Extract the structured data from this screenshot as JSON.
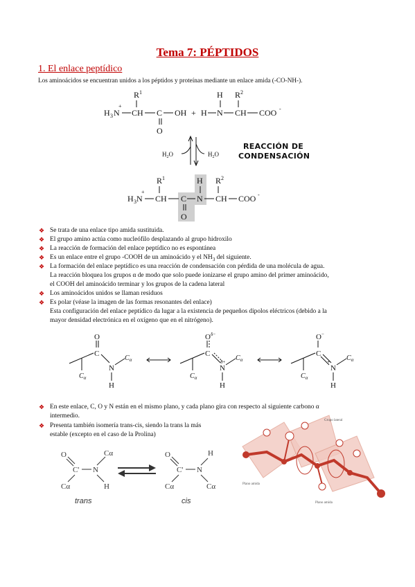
{
  "title": "Tema 7: PÉPTIDOS",
  "section1": "1. El enlace peptídico",
  "intro": "Los aminoácidos se encuentran unidos a los péptidos y proteínas mediante un enlace amida (-CO-NH-).",
  "reaction": {
    "label_line1": "REACCIÓN DE",
    "label_line2": "CONDENSACIÓN",
    "h2o_left": "H2O",
    "h2o_right": "H2O"
  },
  "bullets": [
    "Se trata de una enlace tipo amida sustituida.",
    "El grupo amino actúa como nucleófilo desplazando al grupo hidroxilo",
    "La reacción de formación del enlace peptídico no es espontánea",
    "Es un enlace entre el grupo -COOH de un aminoácido y el NH",
    "La formación del enlace peptídico es una reacción de condensación con pérdida de una molécula de agua.",
    "Los aminoácidos unidos se llaman residuos",
    "Es polar (véase la imagen de las formas resonantes del enlace)"
  ],
  "bullet4_sub": "3",
  "bullet4_tail": " del siguiente.",
  "bullet5_extra1": "La reacción bloquea los grupos α de modo que solo puede ionizarse el grupo amino del primer aminoácido,",
  "bullet5_extra2": "el COOH del aminoácido terminar y los grupos de la cadena lateral",
  "bullet7_extra1": "Esta configuración del enlace peptídico da lugar a la existencia de pequeños dipolos eléctricos (debido a la",
  "bullet7_extra2": "mayor densidad electrónica en el oxígeno que en el nitrógeno).",
  "bullet8_line1": "En este enlace, C, O y N están en el mismo plano, y cada plano gira con respecto al siguiente carbono α",
  "bullet8_line2": "intermedio.",
  "bullet9_line1": "Presenta también isomería trans-cis, siendo la trans la más",
  "bullet9_line2": "estable (excepto en el caso de la Prolina)",
  "isomers": {
    "trans": "trans",
    "cis": "cis"
  },
  "figure_labels": {
    "lateral": "Grupo lateral",
    "plano1": "Plano amida",
    "plano2": "Plano amida"
  },
  "colors": {
    "accent": "#c00000",
    "plane": "#e8a89c",
    "chain": "#c0392b"
  }
}
